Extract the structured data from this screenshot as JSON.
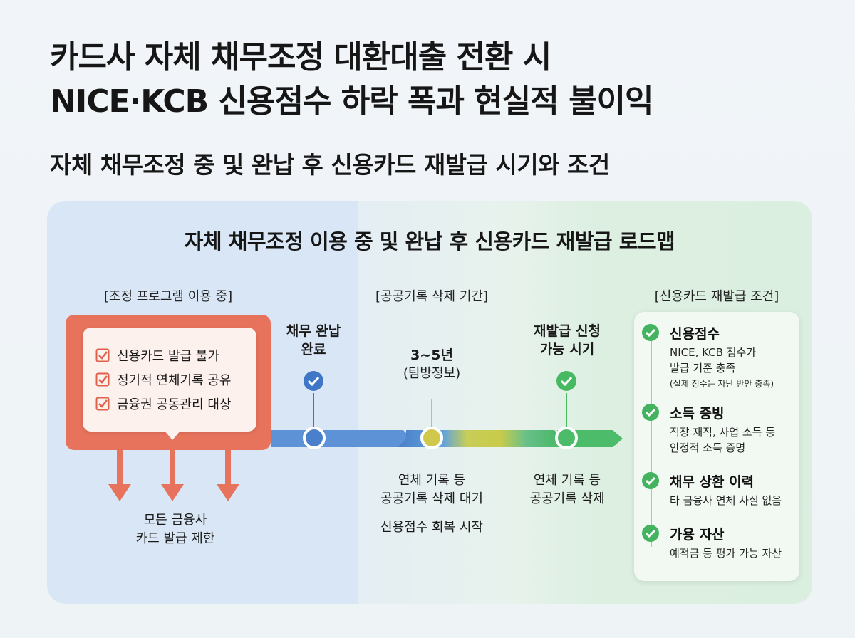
{
  "header": {
    "title_line1": "카드사 자체 채무조정 대환대출 전환 시",
    "title_line2": "NICE·KCB 신용점수 하락 폭과 현실적 불이익",
    "subtitle": "자체 채무조정 중 및 완납 후 신용카드 재발급 시기와 조건"
  },
  "roadmap": {
    "title": "자체 채무조정 이용 중 및 완납 후 신용카드 재발급 로드맵",
    "sections": {
      "program": "[조정 프로그램 이용 중]",
      "deletion": "[공공기록 삭제 기간]",
      "conditions": "[신용카드 재발급 조건]"
    },
    "program_items": [
      "신용카드 발급 불가",
      "정기적 연체기록 공유",
      "금융권 공동관리 대상"
    ],
    "program_result": [
      "모든 금융사",
      "카드 발급 제한"
    ],
    "milestones": {
      "repaid": [
        "채무 완납",
        "완료"
      ],
      "period": [
        "3~5년",
        "(팀방정보)"
      ],
      "reapply": [
        "재발급 신청",
        "가능 시기"
      ]
    },
    "phase_notes": {
      "waiting": [
        "연체 기록 등",
        "공공기록 삭제 대기",
        "신용점수 회복 시작"
      ],
      "deleted": [
        "연체 기록 등",
        "공공기록 삭제"
      ]
    },
    "conditions": [
      {
        "title": "신용점수",
        "desc": [
          "NICE, KCB 점수가",
          "발급 기준 충족"
        ],
        "note": "(실제 정수는 자난 반안 충족)"
      },
      {
        "title": "소득 증빙",
        "desc": [
          "직장 재직, 사업 소득 등",
          "안정적 소득 증명"
        ]
      },
      {
        "title": "채무 상환 이력",
        "desc": [
          "타 금융사 연체 사실 없음"
        ]
      },
      {
        "title": "가용 자산",
        "desc": [
          "예적금 등 평가 가능 자산"
        ]
      }
    ]
  },
  "colors": {
    "red": "#e8735d",
    "blue": "#4a7fcb",
    "yellow": "#cfc84a",
    "green": "#4cbb6a"
  }
}
